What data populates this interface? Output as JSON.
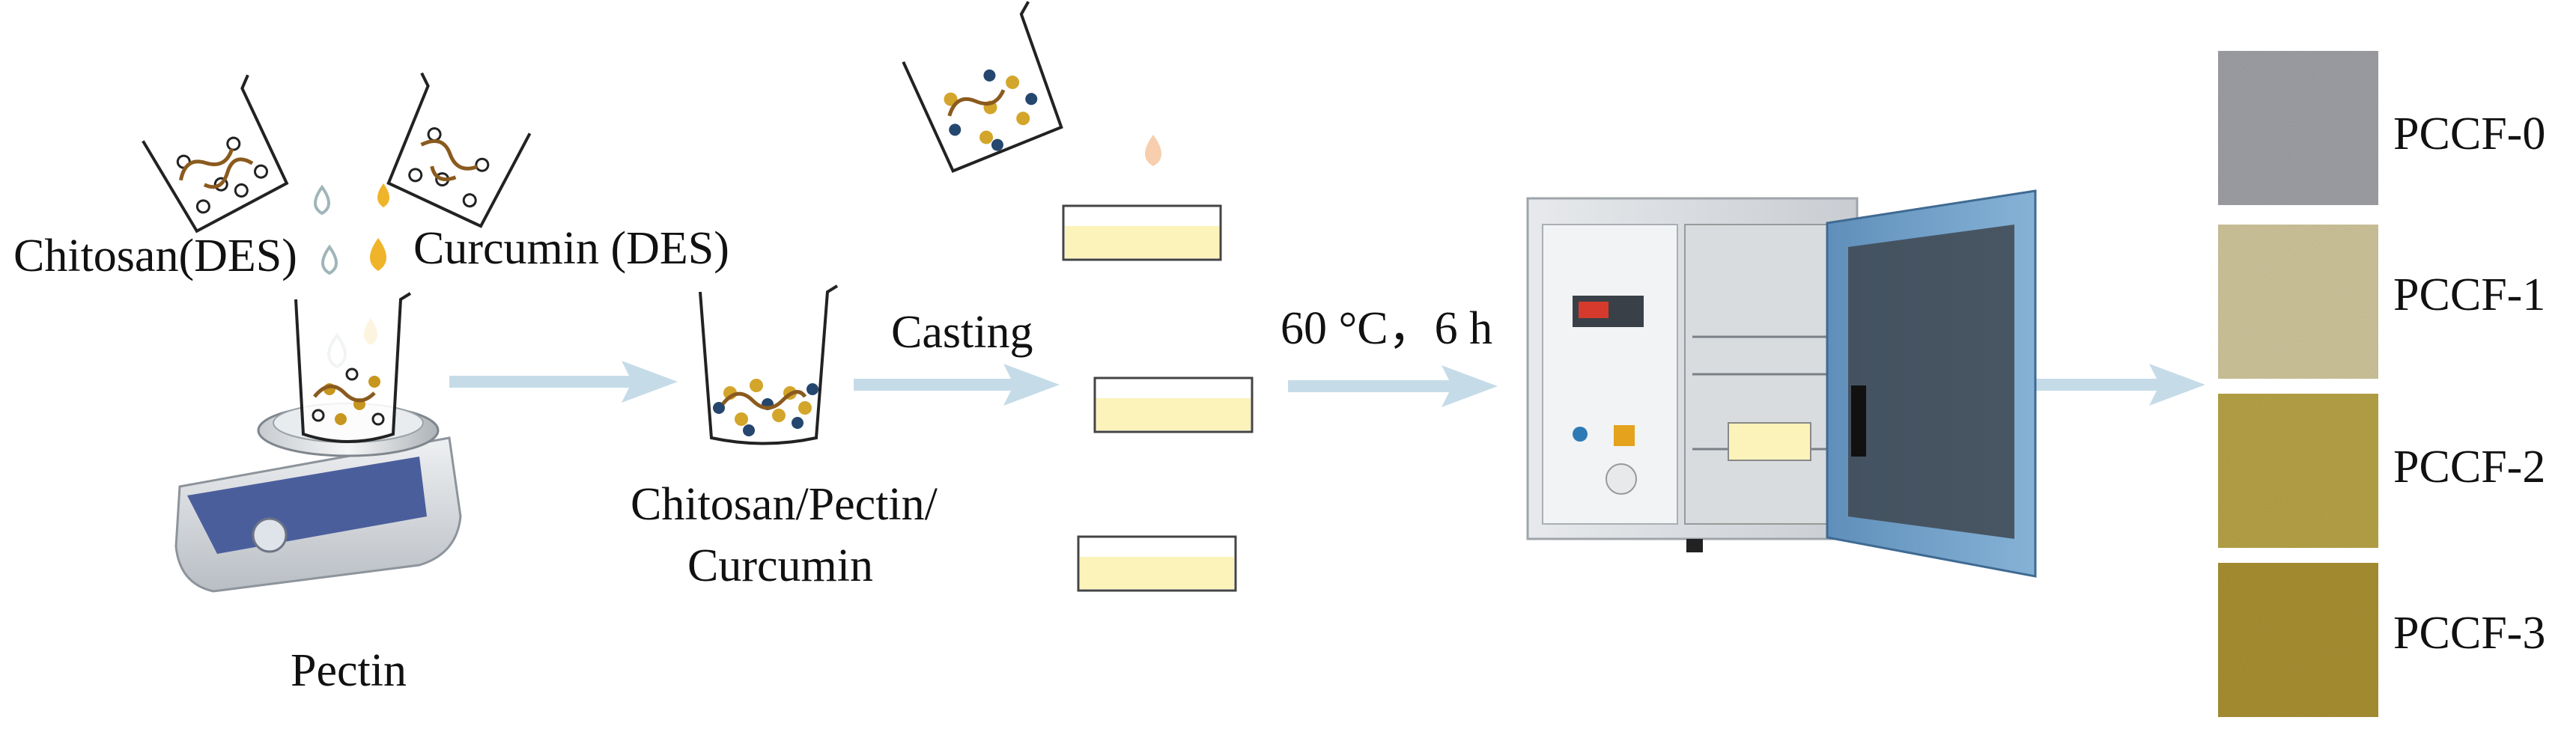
{
  "labels": {
    "chitosan_des": "Chitosan(DES)",
    "curcumin_des": "Curcumin (DES)",
    "pectin": "Pectin",
    "mixture_line1": "Chitosan/Pectin/",
    "mixture_line2": "Curcumin",
    "casting": "Casting",
    "drying": "60 °C，6 h"
  },
  "films": [
    {
      "name": "PCCF-0",
      "color": "#9e9fa4"
    },
    {
      "name": "PCCF-1",
      "color": "#cdc39a"
    },
    {
      "name": "PCCF-2",
      "color": "#b5a246"
    },
    {
      "name": "PCCF-3",
      "color": "#a78f32"
    }
  ],
  "colors": {
    "arrow": "#c5dce8",
    "solution": "#fbf3b9",
    "chitosan_drop": "#9fb6b9",
    "curcumin_drop": "#f0b42b",
    "oven_door": "#6f9fc6"
  }
}
